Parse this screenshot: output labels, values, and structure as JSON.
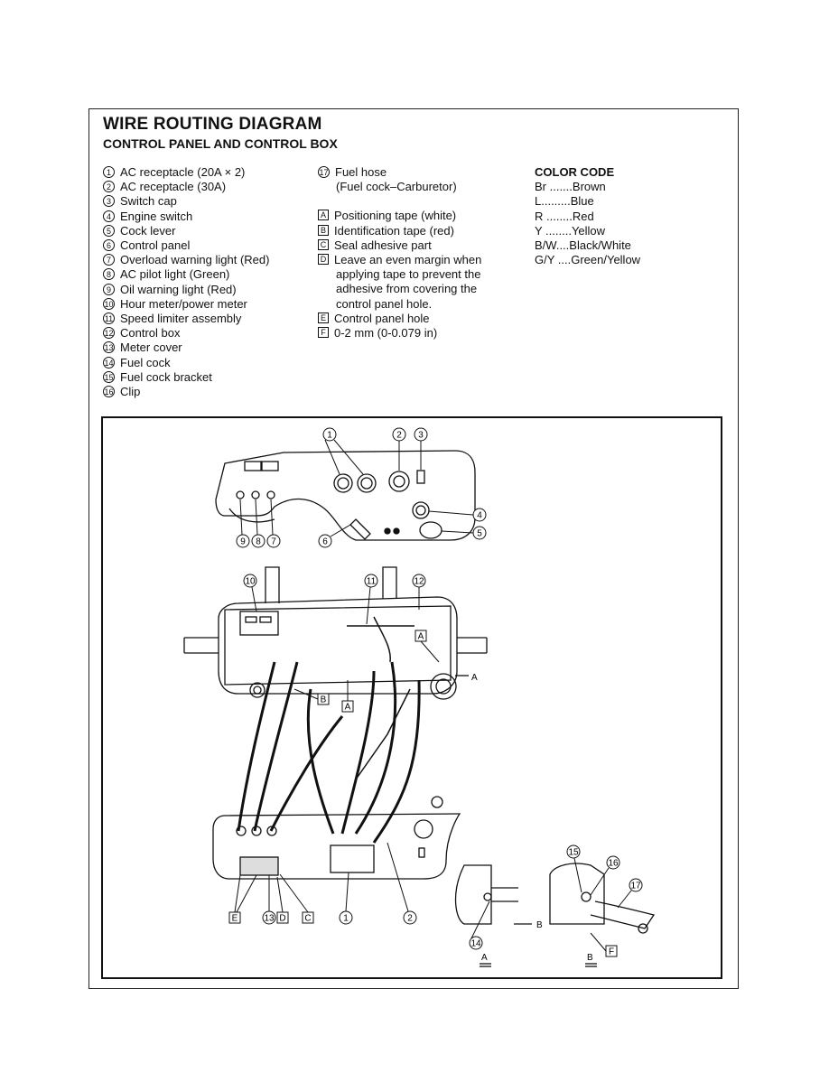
{
  "header": {
    "title": "WIRE ROUTING DIAGRAM",
    "subtitle": "CONTROL PANEL AND CONTROL BOX"
  },
  "parts": [
    {
      "num": "1",
      "label": "AC receptacle (20A × 2)"
    },
    {
      "num": "2",
      "label": "AC receptacle (30A)"
    },
    {
      "num": "3",
      "label": "Switch cap"
    },
    {
      "num": "4",
      "label": "Engine switch"
    },
    {
      "num": "5",
      "label": "Cock lever"
    },
    {
      "num": "6",
      "label": "Control panel"
    },
    {
      "num": "7",
      "label": "Overload warning light (Red)"
    },
    {
      "num": "8",
      "label": "AC pilot light (Green)"
    },
    {
      "num": "9",
      "label": "Oil warning light (Red)"
    },
    {
      "num": "10",
      "label": "Hour meter/power meter"
    },
    {
      "num": "11",
      "label": "Speed limiter assembly"
    },
    {
      "num": "12",
      "label": "Control box"
    },
    {
      "num": "13",
      "label": "Meter cover"
    },
    {
      "num": "14",
      "label": "Fuel cock"
    },
    {
      "num": "15",
      "label": "Fuel cock bracket"
    },
    {
      "num": "16",
      "label": "Clip"
    }
  ],
  "part17": {
    "num": "17",
    "label": "Fuel hose",
    "sub": "(Fuel cock–Carburetor)"
  },
  "notes": [
    {
      "key": "A",
      "lines": [
        "Positioning tape (white)"
      ]
    },
    {
      "key": "B",
      "lines": [
        "Identification tape (red)"
      ]
    },
    {
      "key": "C",
      "lines": [
        "Seal adhesive part"
      ]
    },
    {
      "key": "D",
      "lines": [
        "Leave an even margin when",
        "applying tape to prevent the",
        "adhesive from covering the",
        "control panel hole."
      ]
    },
    {
      "key": "E",
      "lines": [
        "Control panel hole"
      ]
    },
    {
      "key": "F",
      "lines": [
        "0-2 mm (0-0.079 in)"
      ]
    }
  ],
  "color_code": {
    "heading": "COLOR CODE",
    "items": [
      "Br .......Brown",
      "L.........Blue",
      "R ........Red",
      "Y ........Yellow",
      "B/W....Black/White",
      "G/Y ....Green/Yellow"
    ]
  },
  "figure": {
    "callouts": {
      "c1": "1",
      "c2": "2",
      "c3": "3",
      "c4": "4",
      "c5": "5",
      "c6": "6",
      "c7": "7",
      "c8": "8",
      "c9": "9",
      "c10": "10",
      "c11": "11",
      "c12": "12",
      "c13": "13",
      "c14": "14",
      "c15": "15",
      "c16": "16",
      "c17": "17"
    },
    "boxes": {
      "A1": "A",
      "A2": "A",
      "B1": "B",
      "C1": "C",
      "D1": "D",
      "E1": "E",
      "F1": "F"
    },
    "view_arrow_a": "A",
    "view_arrow_b": "B",
    "view_label_a": "A",
    "view_label_b": "B"
  }
}
